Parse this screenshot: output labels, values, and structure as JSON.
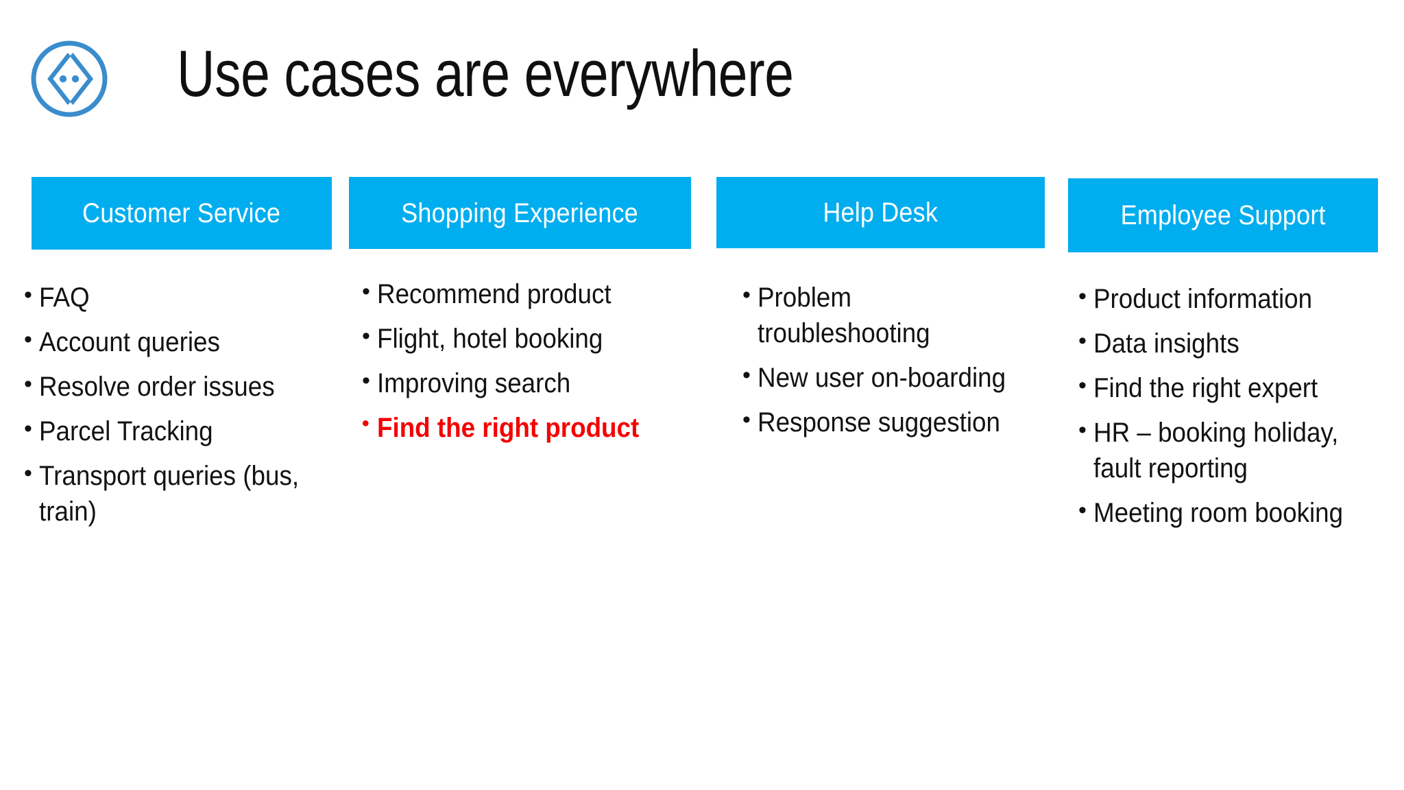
{
  "header": {
    "title": "Use cases are everywhere",
    "logo_icon": "code-brackets-circle-icon",
    "logo_color": "#3a8dcc"
  },
  "theme": {
    "header_bar_color": "#00adef",
    "header_bar_text_color": "#ffffff",
    "body_text_color": "#121212",
    "highlight_color": "#f40000",
    "background": "#ffffff"
  },
  "columns": [
    {
      "title": "Customer Service",
      "items": [
        {
          "text": "FAQ",
          "highlight": false
        },
        {
          "text": "Account queries",
          "highlight": false
        },
        {
          "text": "Resolve order issues",
          "highlight": false
        },
        {
          "text": "Parcel Tracking",
          "highlight": false
        },
        {
          "text": "Transport queries (bus, train)",
          "highlight": false
        }
      ]
    },
    {
      "title": "Shopping Experience",
      "items": [
        {
          "text": "Recommend product",
          "highlight": false
        },
        {
          "text": "Flight, hotel booking",
          "highlight": false
        },
        {
          "text": "Improving search",
          "highlight": false
        },
        {
          "text": "Find the right product",
          "highlight": true
        }
      ]
    },
    {
      "title": "Help Desk",
      "items": [
        {
          "text": "Problem troubleshooting",
          "highlight": false
        },
        {
          "text": "New user on-boarding",
          "highlight": false
        },
        {
          "text": "Response suggestion",
          "highlight": false
        }
      ]
    },
    {
      "title": "Employee Support",
      "items": [
        {
          "text": "Product information",
          "highlight": false
        },
        {
          "text": "Data insights",
          "highlight": false
        },
        {
          "text": "Find the right expert",
          "highlight": false
        },
        {
          "text": "HR – booking holiday, fault reporting",
          "highlight": false
        },
        {
          "text": "Meeting room booking",
          "highlight": false
        }
      ]
    }
  ],
  "bullet_marker": "•"
}
